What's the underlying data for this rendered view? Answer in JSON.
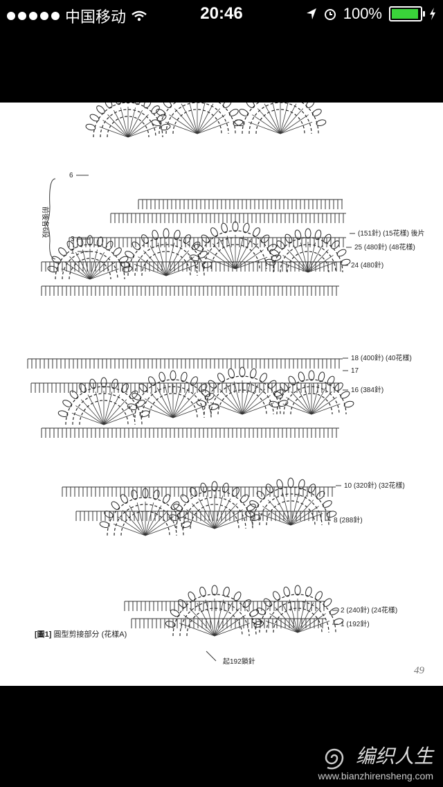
{
  "status": {
    "carrier": "中国移动",
    "time": "20:46",
    "battery": "100%",
    "battery_level": 1.0,
    "icons": [
      "signal-dots-icon",
      "wifi-icon",
      "location-arrow-icon",
      "alarm-icon",
      "battery-icon",
      "charging-bolt-icon"
    ]
  },
  "diagram": {
    "side_note": "前後各6段",
    "rows": [
      {
        "num": "6",
        "note": ""
      },
      {
        "num": "3",
        "note": ""
      },
      {
        "num": "1",
        "note": ""
      },
      {
        "num": "",
        "note": "(151針) (15花樣) 後片"
      },
      {
        "num": "25",
        "note": "(480針) (48花樣)"
      },
      {
        "num": "24",
        "note": "(480針)"
      },
      {
        "num": "18",
        "note": "(400針) (40花樣)"
      },
      {
        "num": "17",
        "note": ""
      },
      {
        "num": "16",
        "note": "(384針)"
      },
      {
        "num": "10",
        "note": "(320針) (32花樣)"
      },
      {
        "num": "8",
        "note": "(288針)"
      },
      {
        "num": "2",
        "note": "(240針) (24花樣)"
      },
      {
        "num": "1",
        "note": "(192針)"
      }
    ],
    "caption_tag": "[圖1]",
    "caption_text": "圓型剪接部分 (花樣A)",
    "start_note": "起192鎖針",
    "page_number": "49"
  },
  "watermark": {
    "logo_text": "编织人生",
    "url": "www.bianzhirensheng.com"
  }
}
